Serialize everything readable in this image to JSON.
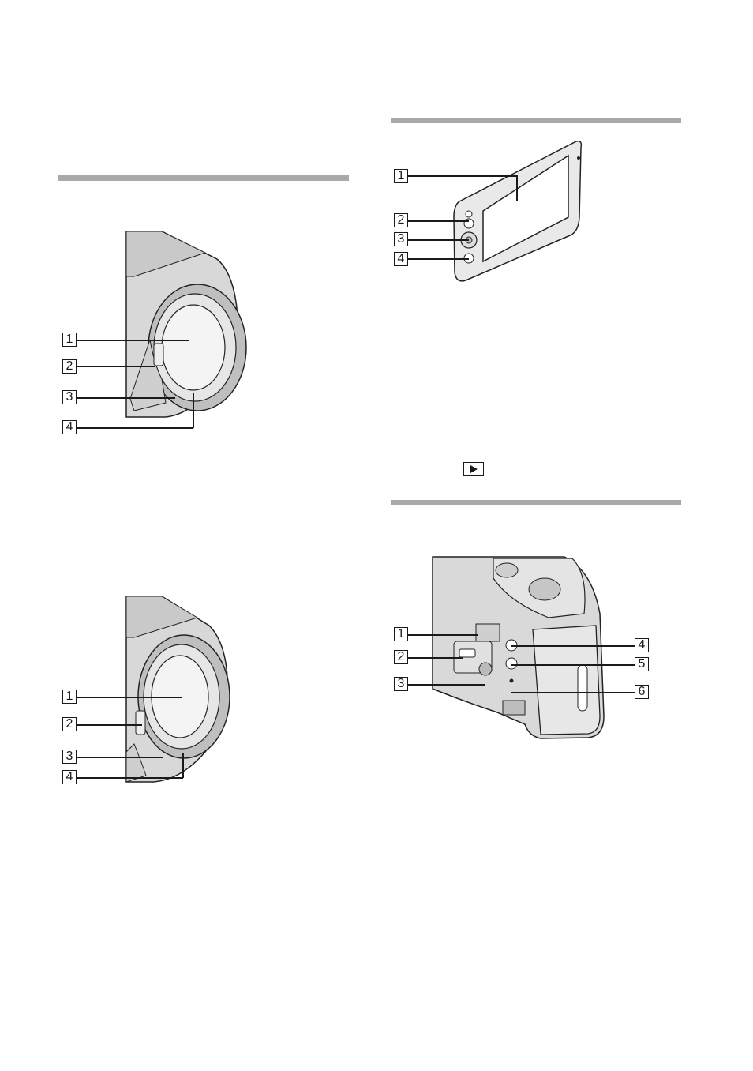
{
  "sections": [
    {
      "id": "front-a",
      "callouts": [
        "1",
        "2",
        "3",
        "4"
      ]
    },
    {
      "id": "front-b",
      "callouts": [
        "1",
        "2",
        "3",
        "4"
      ]
    },
    {
      "id": "lcd",
      "callouts": [
        "1",
        "2",
        "3",
        "4"
      ]
    },
    {
      "id": "bottom",
      "callouts": [
        "1",
        "2",
        "3",
        "4",
        "5",
        "6"
      ]
    }
  ],
  "icons": {
    "playback": "play-button-icon"
  },
  "colors": {
    "rule": "#a9a9a9",
    "ink": "#1a1a1a",
    "body": "#d9d9d9"
  }
}
